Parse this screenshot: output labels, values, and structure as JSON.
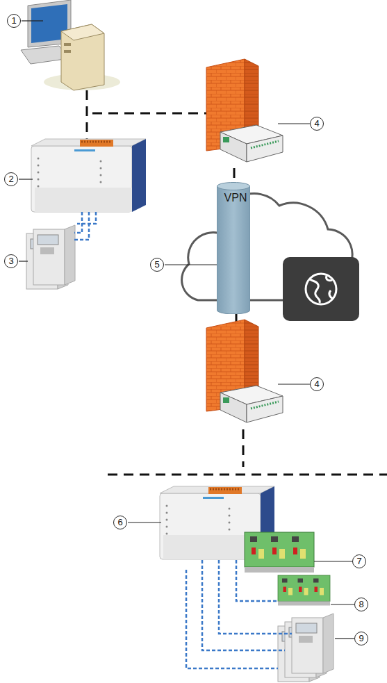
{
  "diagram": {
    "nodes": [
      {
        "text": [
          "VPN"
        ]
      }
    ],
    "labels": [
      "1",
      "4",
      "2",
      "5",
      "3",
      "4",
      "6",
      "7",
      "8",
      "9"
    ]
  }
}
